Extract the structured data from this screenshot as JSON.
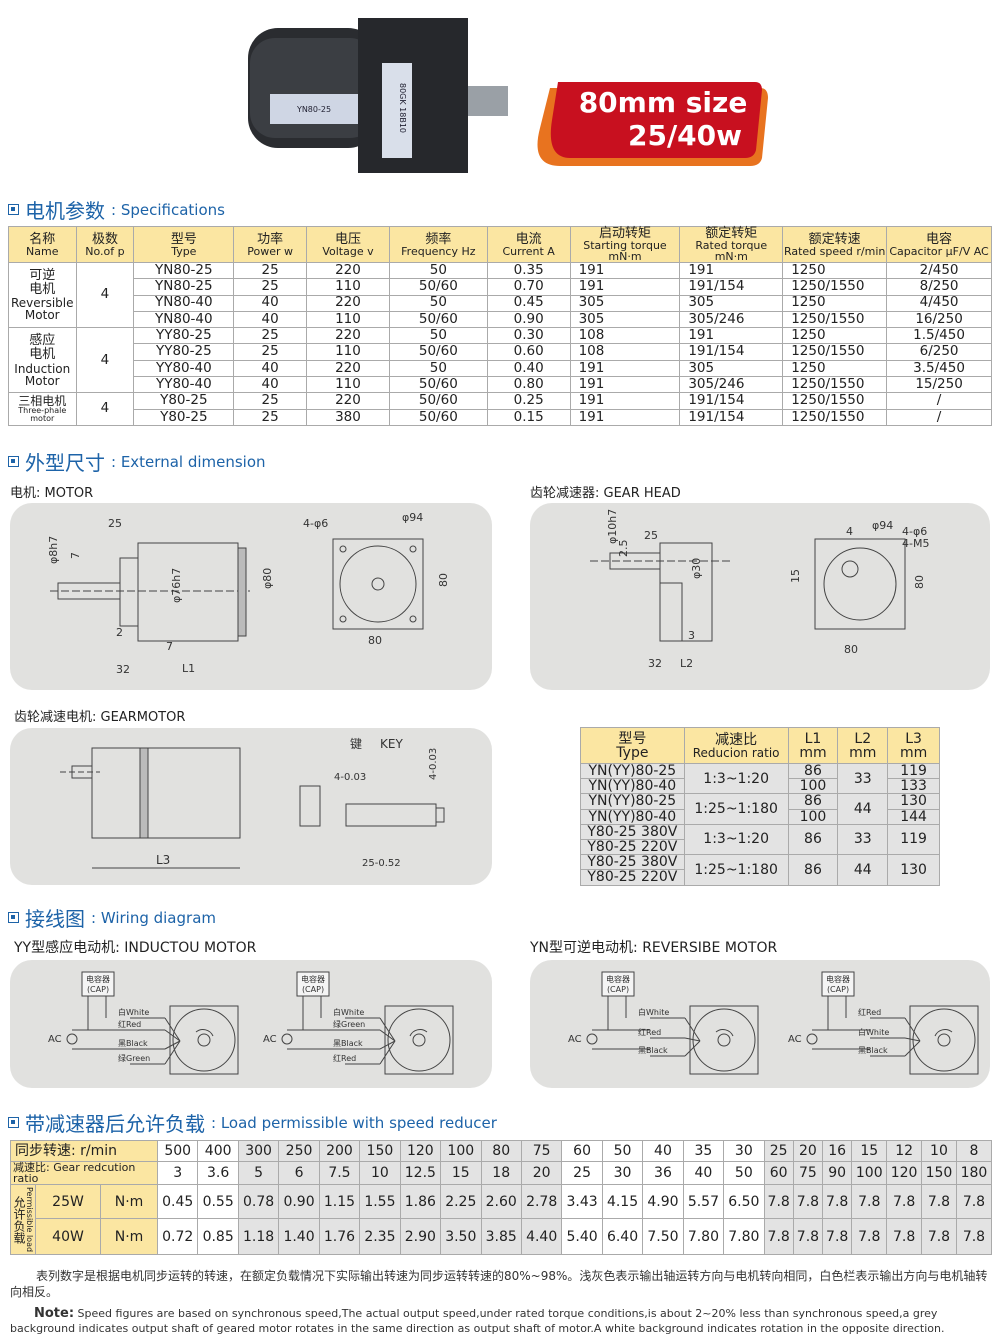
{
  "banner": {
    "line1": "80mm size",
    "line2": "25/40w",
    "motor_label": "YN80-25",
    "gear_label": "80GK 18B10"
  },
  "sections": {
    "spec": {
      "cn": "电机参数",
      "en": ": Specifications"
    },
    "dim": {
      "cn": "外型尺寸",
      "en": ": External dimension"
    },
    "wiring": {
      "cn": "接线图",
      "en": ": Wiring diagram"
    },
    "load": {
      "cn": "带减速器后允许负载",
      "en": ": Load permissible with speed reducer"
    }
  },
  "spec_table": {
    "headers": [
      [
        "名称",
        "Name"
      ],
      [
        "极数",
        "No.of p"
      ],
      [
        "型号",
        "Type"
      ],
      [
        "功率",
        "Power w"
      ],
      [
        "电压",
        "Voltage v"
      ],
      [
        "频率",
        "Frequency Hz"
      ],
      [
        "电流",
        "Current A"
      ],
      [
        "启动转矩",
        "Starting torque mN·m"
      ],
      [
        "额定转矩",
        "Rated torque mN·m"
      ],
      [
        "额定转速",
        "Rated speed r/min"
      ],
      [
        "电容",
        "Capacitor μF/V AC"
      ]
    ],
    "groups": [
      {
        "name_cn": "可逆电机",
        "name_en": "Reversible Motor",
        "poles": "4",
        "rows": [
          [
            "YN80-25",
            "25",
            "220",
            "50",
            "0.35",
            "191",
            "191",
            "1250",
            "2/450"
          ],
          [
            "YN80-25",
            "25",
            "110",
            "50/60",
            "0.70",
            "191",
            "191/154",
            "1250/1550",
            "8/250"
          ],
          [
            "YN80-40",
            "40",
            "220",
            "50",
            "0.45",
            "305",
            "305",
            "1250",
            "4/450"
          ],
          [
            "YN80-40",
            "40",
            "110",
            "50/60",
            "0.90",
            "305",
            "305/246",
            "1250/1550",
            "16/250"
          ]
        ]
      },
      {
        "name_cn": "感应电机",
        "name_en": "Induction Motor",
        "poles": "4",
        "rows": [
          [
            "YY80-25",
            "25",
            "220",
            "50",
            "0.30",
            "108",
            "191",
            "1250",
            "1.5/450"
          ],
          [
            "YY80-25",
            "25",
            "110",
            "50/60",
            "0.60",
            "108",
            "191/154",
            "1250/1550",
            "6/250"
          ],
          [
            "YY80-40",
            "40",
            "220",
            "50",
            "0.40",
            "191",
            "305",
            "1250",
            "3.5/450"
          ],
          [
            "YY80-40",
            "40",
            "110",
            "50/60",
            "0.80",
            "191",
            "305/246",
            "1250/1550",
            "15/250"
          ]
        ]
      },
      {
        "name_cn": "三相电机",
        "name_en": "Three-phale motor",
        "poles": "4",
        "rows": [
          [
            "Y80-25",
            "25",
            "220",
            "50/60",
            "0.25",
            "191",
            "191/154",
            "1250/1550",
            "/"
          ],
          [
            "Y80-25",
            "25",
            "380",
            "50/60",
            "0.15",
            "191",
            "191/154",
            "1250/1550",
            "/"
          ]
        ]
      }
    ]
  },
  "dimension": {
    "motor": {
      "title": "电机: MOTOR",
      "labels": [
        "φ8h7",
        "25",
        "7",
        "φ76h7",
        "φ80",
        "2",
        "7",
        "32",
        "L1",
        "4-φ6",
        "φ94",
        "80",
        "80"
      ]
    },
    "gearhead": {
      "title": "齿轮减速器: GEAR  HEAD",
      "labels": [
        "φ10h7",
        "25",
        "2.5",
        "φ30",
        "3",
        "32",
        "L2",
        "4",
        "φ94",
        "4-φ6",
        "4-M5",
        "15",
        "80",
        "80"
      ]
    },
    "gearmotor": {
      "title": "齿轮减速电机: GEARMOTOR",
      "labels": [
        "L3",
        "键",
        "KEY",
        "4-0.03",
        "4-0.03",
        "25-0.52"
      ]
    }
  },
  "ratio_table": {
    "headers": [
      [
        "型号",
        "Type"
      ],
      [
        "减速比",
        "Reducion ratio"
      ],
      [
        "L1",
        "mm"
      ],
      [
        "L2",
        "mm"
      ],
      [
        "L3",
        "mm"
      ]
    ],
    "rows": [
      {
        "types": [
          "YN(YY)80-25",
          "YN(YY)80-40"
        ],
        "ratio": "1:3~1:20",
        "l1": [
          "86",
          "100"
        ],
        "l2": "33",
        "l3": [
          "119",
          "133"
        ]
      },
      {
        "types": [
          "YN(YY)80-25",
          "YN(YY)80-40"
        ],
        "ratio": "1:25~1:180",
        "l1": [
          "86",
          "100"
        ],
        "l2": "44",
        "l3": [
          "130",
          "144"
        ]
      },
      {
        "types": [
          "Y80-25 380V",
          "Y80-25 220V"
        ],
        "ratio": "1:3~1:20",
        "l1": [
          "86"
        ],
        "l2": "33",
        "l3": [
          "119"
        ]
      },
      {
        "types": [
          "Y80-25 380V",
          "Y80-25 220V"
        ],
        "ratio": "1:25~1:180",
        "l1": [
          "86"
        ],
        "l2": "44",
        "l3": [
          "130"
        ]
      }
    ]
  },
  "wiring": {
    "yy_title": "YY型感应电动机: INDUCTOU MOTOR",
    "yn_title": "YN型可逆电动机: REVERSIBE MOTOR",
    "cap_cn": "电容器",
    "cap_en": "(CAP)",
    "ac": "AC",
    "yy1": [
      "白White",
      "红Red",
      "黑Black",
      "绿Green"
    ],
    "yy2": [
      "白White",
      "绿Green",
      "黑Black",
      "红Red"
    ],
    "yn1": [
      "白White",
      "红Red",
      "黑Black"
    ],
    "yn2": [
      "红Red",
      "白White",
      "黑Black"
    ]
  },
  "load_table": {
    "speed_label": "同步转速: r/min",
    "ratio_label": "减速比: Gear redcution ratio",
    "side_cn": "允许负载",
    "side_en": "Permissible load",
    "speeds": [
      "500",
      "400",
      "300",
      "250",
      "200",
      "150",
      "120",
      "100",
      "80",
      "75",
      "60",
      "50",
      "40",
      "35",
      "30",
      "25",
      "20",
      "16",
      "15",
      "12",
      "10",
      "8"
    ],
    "ratios": [
      "3",
      "3.6",
      "5",
      "6",
      "7.5",
      "10",
      "12.5",
      "15",
      "18",
      "20",
      "25",
      "30",
      "36",
      "40",
      "50",
      "60",
      "75",
      "90",
      "100",
      "120",
      "150",
      "180"
    ],
    "grey": [
      false,
      false,
      true,
      true,
      true,
      true,
      true,
      true,
      true,
      true,
      false,
      false,
      false,
      false,
      false,
      true,
      true,
      true,
      true,
      true,
      true,
      true
    ],
    "rows": [
      {
        "power": "25W",
        "unit": "N·m",
        "values": [
          "0.45",
          "0.55",
          "0.78",
          "0.90",
          "1.15",
          "1.55",
          "1.86",
          "2.25",
          "2.60",
          "2.78",
          "3.43",
          "4.15",
          "4.90",
          "5.57",
          "6.50",
          "7.8",
          "7.8",
          "7.8",
          "7.8",
          "7.8",
          "7.8",
          "7.8"
        ]
      },
      {
        "power": "40W",
        "unit": "N·m",
        "values": [
          "0.72",
          "0.85",
          "1.18",
          "1.40",
          "1.76",
          "2.35",
          "2.90",
          "3.50",
          "3.85",
          "4.40",
          "5.40",
          "6.40",
          "7.50",
          "7.80",
          "7.80",
          "7.8",
          "7.8",
          "7.8",
          "7.8",
          "7.8",
          "7.8",
          "7.8"
        ]
      }
    ]
  },
  "notes": {
    "cn": "表列数字是根据电机同步运转的转速，在额定负载情况下实际输出转速为同步运转转速的80%~98%。浅灰色表示输出轴运转方向与电机转向相同，白色栏表示输出方向与电机轴转向相反。",
    "en_label": "Note:",
    "en": " Speed figures are based on synchronous speed,The actual output speed,under rated torque conditions,is about 2~20% less than synchronous speed,a grey background indicates output shaft of geared motor rotates in the same direction as output shaft of motor.A white background indicates rotation in the opposite direction."
  }
}
